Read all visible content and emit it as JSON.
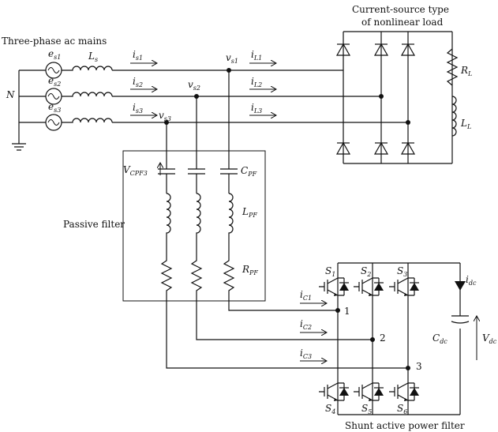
{
  "labels": {
    "mains": "Three-phase ac mains",
    "load_line1": "Current-source type",
    "load_line2": "of nonlinear load",
    "passive": "Passive filter",
    "apf": "Shunt active power filter",
    "neutral": "N"
  },
  "symbols": {
    "es1": [
      "e",
      "s1"
    ],
    "es2": [
      "e",
      "s2"
    ],
    "es3": [
      "e",
      "s3"
    ],
    "Ls": [
      "L",
      "s"
    ],
    "is1": [
      "i",
      "s1"
    ],
    "is2": [
      "i",
      "s2"
    ],
    "is3": [
      "i",
      "s3"
    ],
    "vs1": [
      "v",
      "s1"
    ],
    "vs2": [
      "v",
      "s2"
    ],
    "vs3": [
      "v",
      "s3"
    ],
    "iL1": [
      "i",
      "L1"
    ],
    "iL2": [
      "i",
      "L2"
    ],
    "iL3": [
      "i",
      "L3"
    ],
    "RL": [
      "R",
      "L"
    ],
    "LL": [
      "L",
      "L"
    ],
    "Vcpf3": [
      "V",
      "CPF3"
    ],
    "Cpf": [
      "C",
      "PF"
    ],
    "Lpf": [
      "L",
      "PF"
    ],
    "Rpf": [
      "R",
      "PF"
    ],
    "iC1": [
      "i",
      "C1"
    ],
    "iC2": [
      "i",
      "C2"
    ],
    "iC3": [
      "i",
      "C3"
    ],
    "S1": [
      "S",
      "1"
    ],
    "S2": [
      "S",
      "2"
    ],
    "S3": [
      "S",
      "3"
    ],
    "S4": [
      "S",
      "4"
    ],
    "S5": [
      "S",
      "5"
    ],
    "S6": [
      "S",
      "6"
    ],
    "idc": [
      "i",
      "dc"
    ],
    "Cdc": [
      "C",
      "dc"
    ],
    "Vdc": [
      "V",
      "dc"
    ]
  },
  "nodes": {
    "n1": "1",
    "n2": "2",
    "n3": "3"
  }
}
